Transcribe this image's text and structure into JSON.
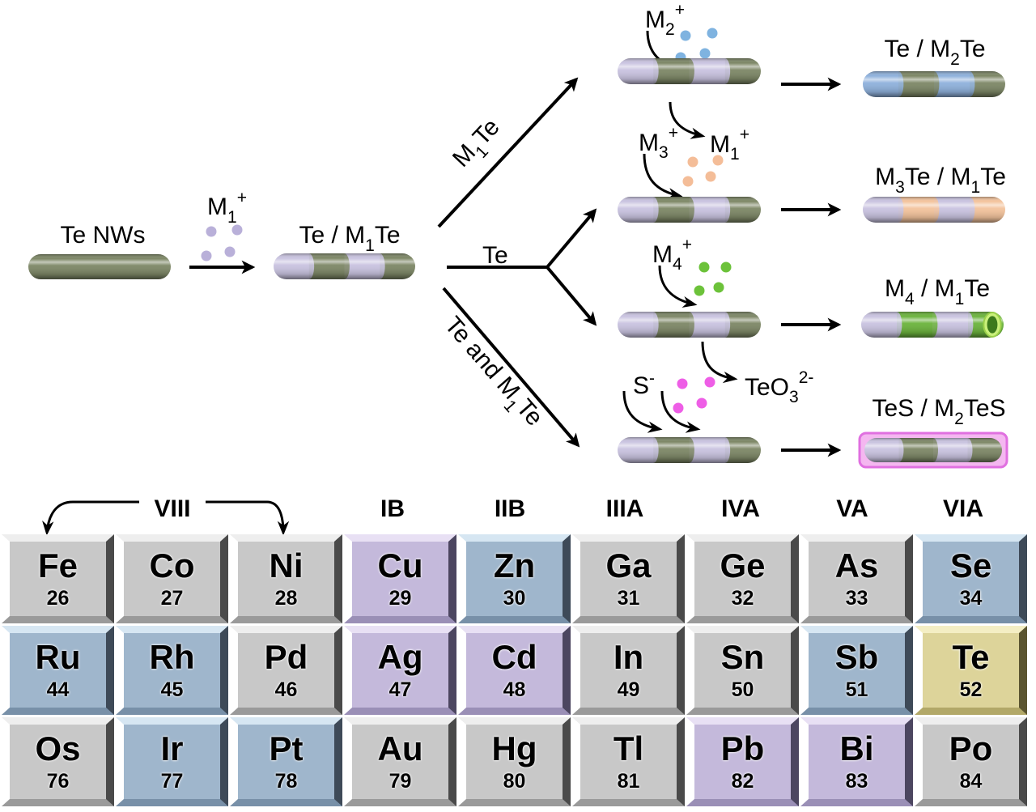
{
  "scheme": {
    "start": {
      "label": "Te NWs"
    },
    "step1": {
      "ion": {
        "base": "M",
        "sub": "1",
        "sup": "+"
      },
      "arrow": "right"
    },
    "intermediate": {
      "label": {
        "a": "Te / M",
        "sub": "1",
        "b": "Te"
      }
    },
    "branches": [
      {
        "label": {
          "a": "M",
          "sub": "1",
          "b": "Te"
        }
      },
      {
        "label": {
          "a": "Te",
          "sub": "",
          "b": ""
        }
      },
      {
        "label": {
          "a": "Te and M",
          "sub": "1",
          "b": "Te"
        }
      }
    ],
    "reactions": [
      {
        "ion": {
          "base": "M",
          "sub": "2",
          "sup": "+"
        },
        "released": null,
        "product": {
          "parts": [
            [
              "Te / M",
              ""
            ],
            [
              "2",
              "sub"
            ],
            [
              "Te",
              ""
            ]
          ]
        }
      },
      {
        "ion": {
          "base": "M",
          "sub": "3",
          "sup": "+"
        },
        "released": {
          "base": "M",
          "sub": "1",
          "sup": "+"
        },
        "product": {
          "parts": [
            [
              "M",
              ""
            ],
            [
              "3",
              "sub"
            ],
            [
              "Te / M",
              ""
            ],
            [
              "1",
              "sub"
            ],
            [
              "Te",
              ""
            ]
          ]
        }
      },
      {
        "ion": {
          "base": "M",
          "sub": "4",
          "sup": "+"
        },
        "released": null,
        "product": {
          "parts": [
            [
              "M",
              ""
            ],
            [
              "4",
              "sub"
            ],
            [
              " / M",
              ""
            ],
            [
              "1",
              "sub"
            ],
            [
              "Te",
              ""
            ]
          ]
        }
      },
      {
        "ion": {
          "base": "S",
          "sub": "",
          "sup": "-"
        },
        "released": {
          "base": "TeO",
          "sub": "3",
          "sup": "2-"
        },
        "product": {
          "parts": [
            [
              "TeS / M",
              ""
            ],
            [
              "2",
              "sub"
            ],
            [
              "TeS",
              ""
            ]
          ]
        }
      }
    ],
    "colors": {
      "te": "#7d8766",
      "m1": "#c9c3e0",
      "m2": "#8fb1dc",
      "m3": "#f3c39c",
      "m4": "#6bb33c",
      "s": "#ee66e8",
      "ion_m1": "#b9b0d9",
      "ion_m2": "#7fb3e0",
      "ion_m3": "#f4bd98",
      "ion_m4": "#6cc23a",
      "ion_s": "#ee5ee6"
    }
  },
  "periodic_table": {
    "groups": [
      {
        "label": "VIII",
        "span": [
          0,
          2
        ]
      },
      {
        "label": "IB"
      },
      {
        "label": "IIB"
      },
      {
        "label": "IIIA"
      },
      {
        "label": "IVA"
      },
      {
        "label": "VA"
      },
      {
        "label": "VIA"
      }
    ],
    "rows": [
      [
        {
          "symbol": "Fe",
          "number": "26",
          "category": "gray"
        },
        {
          "symbol": "Co",
          "number": "27",
          "category": "gray"
        },
        {
          "symbol": "Ni",
          "number": "28",
          "category": "gray"
        },
        {
          "symbol": "Cu",
          "number": "29",
          "category": "purple"
        },
        {
          "symbol": "Zn",
          "number": "30",
          "category": "blue"
        },
        {
          "symbol": "Ga",
          "number": "31",
          "category": "gray"
        },
        {
          "symbol": "Ge",
          "number": "32",
          "category": "gray"
        },
        {
          "symbol": "As",
          "number": "33",
          "category": "gray"
        },
        {
          "symbol": "Se",
          "number": "34",
          "category": "blue"
        }
      ],
      [
        {
          "symbol": "Ru",
          "number": "44",
          "category": "blue"
        },
        {
          "symbol": "Rh",
          "number": "45",
          "category": "blue"
        },
        {
          "symbol": "Pd",
          "number": "46",
          "category": "gray"
        },
        {
          "symbol": "Ag",
          "number": "47",
          "category": "purple"
        },
        {
          "symbol": "Cd",
          "number": "48",
          "category": "purple"
        },
        {
          "symbol": "In",
          "number": "49",
          "category": "gray"
        },
        {
          "symbol": "Sn",
          "number": "50",
          "category": "gray"
        },
        {
          "symbol": "Sb",
          "number": "51",
          "category": "blue"
        },
        {
          "symbol": "Te",
          "number": "52",
          "category": "yellow"
        }
      ],
      [
        {
          "symbol": "Os",
          "number": "76",
          "category": "gray"
        },
        {
          "symbol": "Ir",
          "number": "77",
          "category": "blue"
        },
        {
          "symbol": "Pt",
          "number": "78",
          "category": "blue"
        },
        {
          "symbol": "Au",
          "number": "79",
          "category": "gray"
        },
        {
          "symbol": "Hg",
          "number": "80",
          "category": "gray"
        },
        {
          "symbol": "Tl",
          "number": "81",
          "category": "gray"
        },
        {
          "symbol": "Pb",
          "number": "82",
          "category": "purple"
        },
        {
          "symbol": "Bi",
          "number": "83",
          "category": "purple"
        },
        {
          "symbol": "Po",
          "number": "84",
          "category": "gray"
        }
      ]
    ],
    "category_colors": {
      "gray": {
        "face": "#c8c8c8",
        "light": "#eeeeee",
        "dark": "#4a4a4a",
        "mid": "#9a9a9a"
      },
      "blue": {
        "face": "#9fb6cc",
        "light": "#d6e6f2",
        "dark": "#3e4a58",
        "mid": "#7890a8"
      },
      "purple": {
        "face": "#c4b9db",
        "light": "#e8e0f4",
        "dark": "#4c4660",
        "mid": "#9a8fb6"
      },
      "yellow": {
        "face": "#ddd49a",
        "light": "#f4eec4",
        "dark": "#5a5430",
        "mid": "#b2a868"
      }
    }
  }
}
